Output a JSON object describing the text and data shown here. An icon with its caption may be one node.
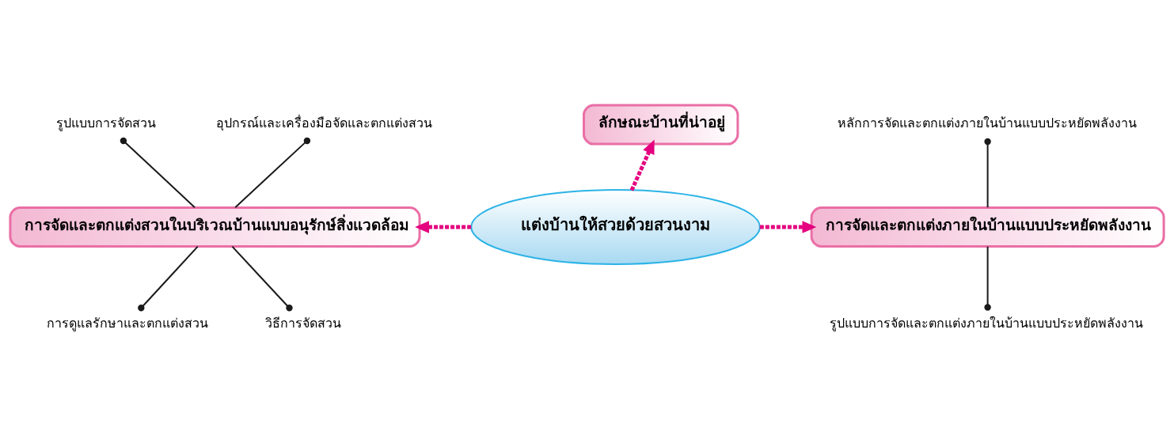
{
  "diagram": {
    "nodes": [
      {
        "text": [
          "อุปกรณ์และเครื่องมือจัดและตกแต่งสวน"
        ]
      },
      {
        "text": [
          "ลักษณะบ้านที่น่าอยู่"
        ]
      },
      {
        "text": [
          "หลักการจัดและตกแต่งภายในบ้านแบบประหยัดพลังงาน"
        ]
      },
      {
        "text": [
          "รูปแบบการจัดสวน"
        ]
      },
      {
        "text": [
          "การจัดและตกแต่งสวนในบริเวณบ้านแบบอนุรักษ์สิ่งแวดล้อม"
        ]
      },
      {
        "text": [
          "แต่งบ้านให้สวยด้วยสวนงาม"
        ]
      },
      {
        "text": [
          "การจัดและตกแต่งภายในบ้านแบบประหยัดพลังงาน"
        ]
      },
      {
        "text": [
          "การดูแลรักษาและตกแต่งสวน"
        ]
      },
      {
        "text": [
          "รูปแบบการจัดและตกแต่งภายในบ้านแบบประหยัดพลังงาน"
        ]
      },
      {
        "text": [
          "วิธีการจัดสวน"
        ]
      }
    ],
    "edges": [
      {
        "from": 5,
        "to": 1,
        "arrow": "to",
        "style": "dashed",
        "color": "#e4007f"
      },
      {
        "from": 5,
        "to": 4,
        "arrow": "to",
        "style": "dashed",
        "color": "#e4007f"
      },
      {
        "from": 5,
        "to": 6,
        "arrow": "to",
        "style": "dashed",
        "color": "#e4007f"
      },
      {
        "from": 3,
        "to": 4,
        "arrow": "other"
      },
      {
        "from": 0,
        "to": 4,
        "arrow": "other"
      },
      {
        "from": 4,
        "to": 7,
        "arrow": "other"
      },
      {
        "from": 4,
        "to": 9,
        "arrow": "other"
      },
      {
        "from": 2,
        "to": 6,
        "arrow": "other"
      },
      {
        "from": 6,
        "to": 8,
        "arrow": "other"
      }
    ]
  }
}
